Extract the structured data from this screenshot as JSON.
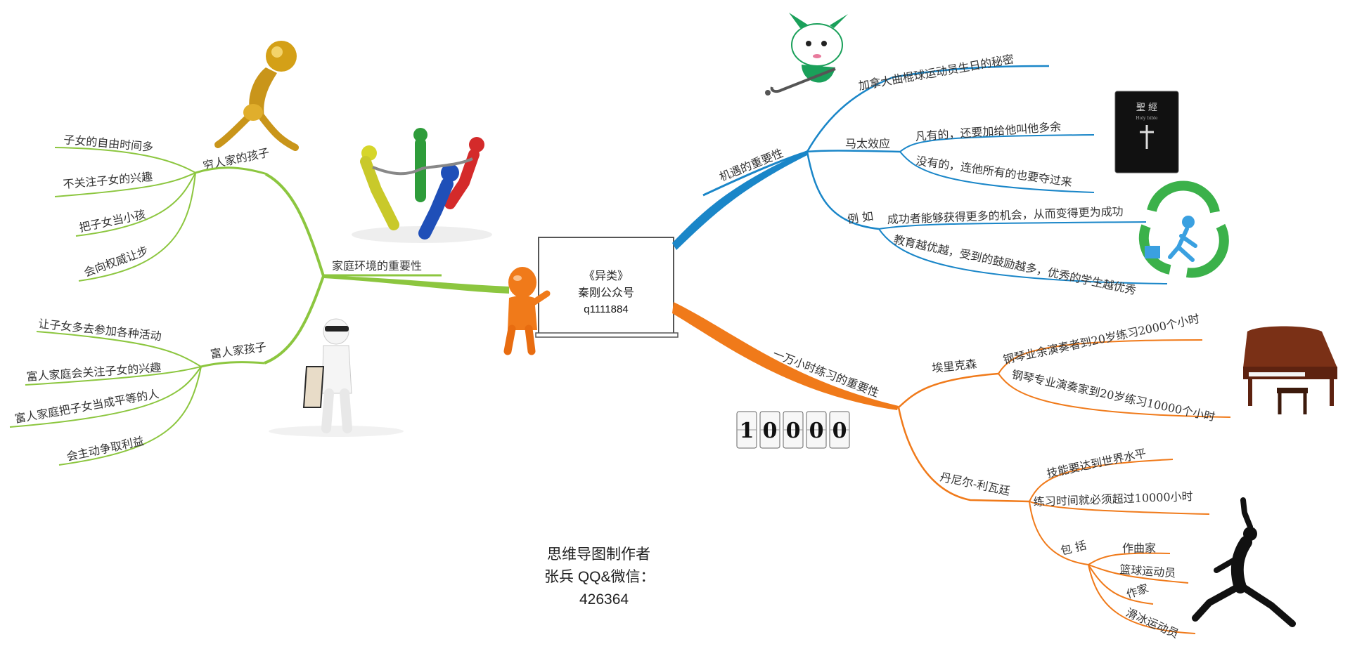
{
  "center": {
    "title": "《异类》",
    "line2": "秦刚公众号",
    "line3": "q1111884"
  },
  "family": {
    "label": "家庭环境的重要性",
    "poor": {
      "label": "穷人家的孩子",
      "items": [
        "子女的自由时间多",
        "不关注子女的兴趣",
        "把子女当小孩",
        "会向权威让步"
      ]
    },
    "rich": {
      "label": "富人家孩子",
      "items": [
        "让子女多去参加各种活动",
        "富人家庭会关注子女的兴趣",
        "富人家庭把子女当成平等的人",
        "会主动争取利益"
      ]
    }
  },
  "chance": {
    "label": "机遇的重要性",
    "hockey": "加拿大曲棍球运动员生日的秘密",
    "matthew": {
      "label": "马太效应",
      "items": [
        "凡有的，还要加给他叫他多余",
        "没有的，连他所有的也要夺过来"
      ]
    },
    "example": {
      "label": "例 如",
      "items": [
        "成功者能够获得更多的机会，从而变得更为成功",
        "教育越优越，受到的鼓励越多，优秀的学生越优秀"
      ]
    }
  },
  "practice": {
    "label": "一万小时练习的重要性",
    "ericsson": {
      "label": "埃里克森",
      "items": [
        "钢琴业余演奏者到20岁练习2000个小时",
        "钢琴专业演奏家到20岁练习10000个小时"
      ]
    },
    "levitin": {
      "label": "丹尼尔-利瓦廷",
      "items": [
        "技能要达到世界水平",
        "练习时间就必须超过10000小时"
      ],
      "include": {
        "label": "包 括",
        "items": [
          "作曲家",
          "篮球运动员",
          "作家",
          "滑冰运动员"
        ]
      }
    },
    "counter_digits": [
      "1",
      "0",
      "0",
      "0",
      "0"
    ]
  },
  "credit": {
    "line1": "思维导图制作者",
    "line2": "张兵 QQ&微信：",
    "line3": "426364"
  },
  "colors": {
    "green": "#8cc63f",
    "blue": "#1a86c8",
    "orange": "#f07a1a"
  },
  "images": [
    "gold-figure-icon",
    "teamwork-figures-icon",
    "hockey-mascot-icon",
    "bible-book-icon",
    "recycle-runner-icon",
    "shopper-figure-icon",
    "counter-icon",
    "piano-icon",
    "jumpman-icon",
    "presenter-figure-icon"
  ]
}
